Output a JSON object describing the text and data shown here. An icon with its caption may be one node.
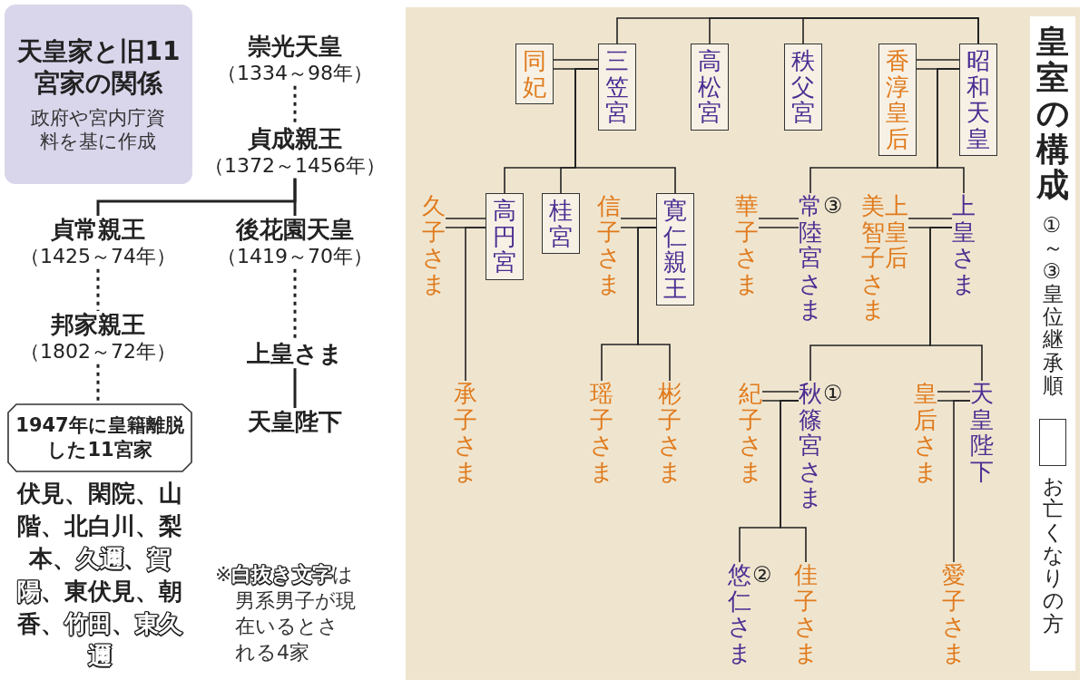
{
  "diagram": {
    "title": "天皇家と旧11宮家の関係",
    "caption": "政府や宮内庁資料を基に作成",
    "nodes": [
      {
        "text": [
          "崇光天皇",
          "（1334～98年）"
        ]
      },
      {
        "text": [
          "貞成親王",
          "（1372～1456年）"
        ]
      },
      {
        "text": [
          "貞常親王",
          "（1425～74年）"
        ]
      },
      {
        "text": [
          "後花園天皇",
          "（1419～70年）"
        ]
      },
      {
        "text": [
          "邦家親王",
          "（1802～72年）"
        ]
      },
      {
        "text": [
          "上皇さま"
        ]
      },
      {
        "text": [
          "天皇陛下"
        ]
      },
      {
        "text": [
          "1947年に皇籍離脱した11宮家"
        ],
        "beside": [
          "伏見、閑院、山階、北白川、梨本、**久邇**、**賀陽**、東伏見、朝香、**竹田**、**東久邇**"
        ]
      },
      {
        "text": [
          "同妃"
        ]
      },
      {
        "text": [
          "三笠宮"
        ]
      },
      {
        "text": [
          "高松宮"
        ]
      },
      {
        "text": [
          "秩父宮"
        ]
      },
      {
        "text": [
          "香淳皇后"
        ]
      },
      {
        "text": [
          "昭和天皇"
        ]
      },
      {
        "text": [
          "久子さま"
        ]
      },
      {
        "text": [
          "高円宮"
        ]
      },
      {
        "text": [
          "桂宮"
        ]
      },
      {
        "text": [
          "信子さま"
        ]
      },
      {
        "text": [
          "寛仁親王"
        ]
      },
      {
        "text": [
          "華子さま"
        ]
      },
      {
        "text": [
          "常陸宮さま"
        ],
        "beside": [
          "③"
        ]
      },
      {
        "text": [
          "上皇后美智子さま"
        ]
      },
      {
        "text": [
          "上皇さま"
        ]
      },
      {
        "text": [
          "承子さま"
        ]
      },
      {
        "text": [
          "瑶子さま"
        ]
      },
      {
        "text": [
          "彬子さま"
        ]
      },
      {
        "text": [
          "紀子さま"
        ]
      },
      {
        "text": [
          "秋篠宮さま"
        ],
        "beside": [
          "①"
        ]
      },
      {
        "text": [
          "皇后さま"
        ]
      },
      {
        "text": [
          "天皇陛下"
        ]
      },
      {
        "text": [
          "悠仁さま"
        ],
        "beside": [
          "②"
        ]
      },
      {
        "text": [
          "佳子さま"
        ]
      },
      {
        "text": [
          "愛子さま"
        ]
      }
    ],
    "edges": [
      {
        "from": 0,
        "to": 1,
        "arrow": "none",
        "style": "dashed"
      },
      {
        "from": 1,
        "to": 2,
        "arrow": "none"
      },
      {
        "from": 1,
        "to": 3,
        "arrow": "none"
      },
      {
        "from": 2,
        "to": 4,
        "arrow": "none",
        "style": "dashed"
      },
      {
        "from": 4,
        "to": 7,
        "arrow": "none",
        "style": "dashed"
      },
      {
        "from": 3,
        "to": 5,
        "arrow": "none",
        "style": "dashed"
      },
      {
        "from": 5,
        "to": 6,
        "arrow": "none"
      },
      {
        "from": 13,
        "to": 9,
        "arrow": "none"
      },
      {
        "from": 13,
        "to": 10,
        "arrow": "none"
      },
      {
        "from": 13,
        "to": 11,
        "arrow": "none"
      },
      {
        "from": 8,
        "to": 9,
        "arrow": "none"
      },
      {
        "from": 9,
        "to": 15,
        "arrow": "none"
      },
      {
        "from": 9,
        "to": 16,
        "arrow": "none"
      },
      {
        "from": 9,
        "to": 18,
        "arrow": "none"
      },
      {
        "from": 14,
        "to": 15,
        "arrow": "none"
      },
      {
        "from": 15,
        "to": 23,
        "arrow": "none"
      },
      {
        "from": 17,
        "to": 18,
        "arrow": "none"
      },
      {
        "from": 18,
        "to": 24,
        "arrow": "none"
      },
      {
        "from": 18,
        "to": 25,
        "arrow": "none"
      },
      {
        "from": 12,
        "to": 13,
        "arrow": "none"
      },
      {
        "from": 13,
        "to": 20,
        "arrow": "none"
      },
      {
        "from": 13,
        "to": 22,
        "arrow": "none"
      },
      {
        "from": 19,
        "to": 20,
        "arrow": "none"
      },
      {
        "from": 21,
        "to": 22,
        "arrow": "none"
      },
      {
        "from": 22,
        "to": 27,
        "arrow": "none"
      },
      {
        "from": 22,
        "to": 29,
        "arrow": "none"
      },
      {
        "from": 26,
        "to": 27,
        "arrow": "none"
      },
      {
        "from": 27,
        "to": 30,
        "arrow": "none"
      },
      {
        "from": 27,
        "to": 31,
        "arrow": "none"
      },
      {
        "from": 28,
        "to": 29,
        "arrow": "none"
      },
      {
        "from": 29,
        "to": 32,
        "arrow": "none"
      }
    ],
    "labels": [
      "皇室の構成",
      "①～③皇位継承順",
      "※**白抜き文字**は男系男子が現在いるとされる4家"
    ],
    "legend": [
      {
        "text": "お亡くなりの方"
      }
    ]
  }
}
